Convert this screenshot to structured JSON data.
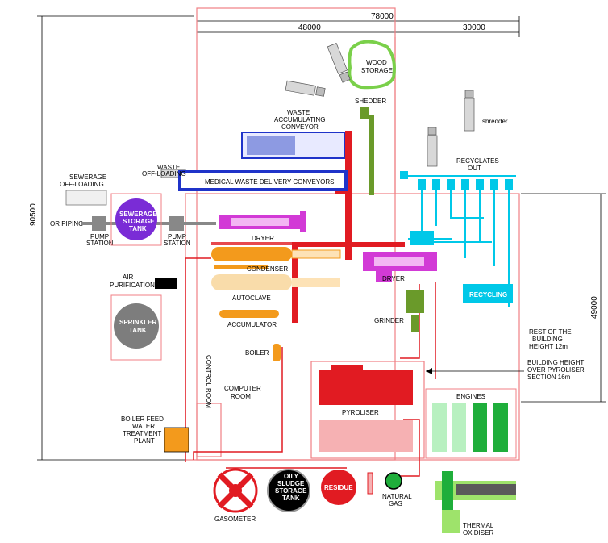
{
  "dimensions": {
    "total_width": "78000",
    "left_width": "48000",
    "right_width": "30000",
    "total_height": "90500",
    "plant_height": "49000"
  },
  "labels": {
    "wood_storage": [
      "WOOD",
      "STORAGE"
    ],
    "shedder": "SHEDDER",
    "shredder": "shredder",
    "waste_accumulating_conveyor": [
      "WASTE",
      "ACCUMULATING",
      "CONVEYOR"
    ],
    "recyclates_out": [
      "RECYCLATES",
      "OUT"
    ],
    "sewerage_offloading": [
      "SEWERAGE",
      "OFF-LOADING"
    ],
    "waste_offloading": [
      "WASTE",
      "OFF-LOADING"
    ],
    "medical_waste_conveyors": "MEDICAL WASTE DELIVERY CONVEYORS",
    "or_piping": "OR PIPING",
    "pump_station_left": [
      "PUMP",
      "STATION"
    ],
    "sewerage_tank": [
      "SEWERAGE",
      "STORAGE",
      "TANK"
    ],
    "pump_station_right": [
      "PUMP",
      "STATION"
    ],
    "dryer_top": "DRYER",
    "condenser": "CONDENSER",
    "autoclave": "AUTOCLAVE",
    "dryer_right": "DRYER",
    "recycling": "RECYCLING",
    "air_purification": [
      "AIR",
      "PURIFICATION"
    ],
    "accumulator": "ACCUMULATOR",
    "sprinkler_tank": [
      "SPRINKLER",
      "TANK"
    ],
    "boiler": "BOILER",
    "grinder": "GRINDER",
    "control_room": "CONTROL ROOM",
    "computer_room": [
      "COMPUTER",
      "ROOM"
    ],
    "rest_of_building": [
      "REST OF THE",
      "BUILDING",
      "HEIGHT 12m"
    ],
    "building_height_pyroliser": [
      "BUILDING HEIGHT",
      "OVER PYROLISER",
      "SECTION 16m"
    ],
    "engines": "ENGINES",
    "pyroliser": "PYROLISER",
    "boiler_feed": [
      "BOILER FEED",
      "WATER",
      "TREATMENT",
      "PLANT"
    ],
    "oily_sludge": [
      "OILY",
      "SLUDGE",
      "STORAGE",
      "TANK"
    ],
    "residue": "RESIDUE",
    "natural_gas": [
      "NATURAL",
      "GAS"
    ],
    "gasometer": "GASOMETER",
    "thermal_oxidiser": [
      "THERMAL",
      "OXIDISER"
    ]
  },
  "colors": {
    "building_outline": "#f07f84",
    "pipe_red": "#e11b22",
    "conveyor_blue": "#1f33c9",
    "cyan": "#00c8e8",
    "purple": "#7a2cd6",
    "magenta": "#d23ad6",
    "green": "#1fae3b",
    "lightgreen": "#9ee36b",
    "orange": "#f39a1c",
    "olive": "#6a9a2a"
  }
}
